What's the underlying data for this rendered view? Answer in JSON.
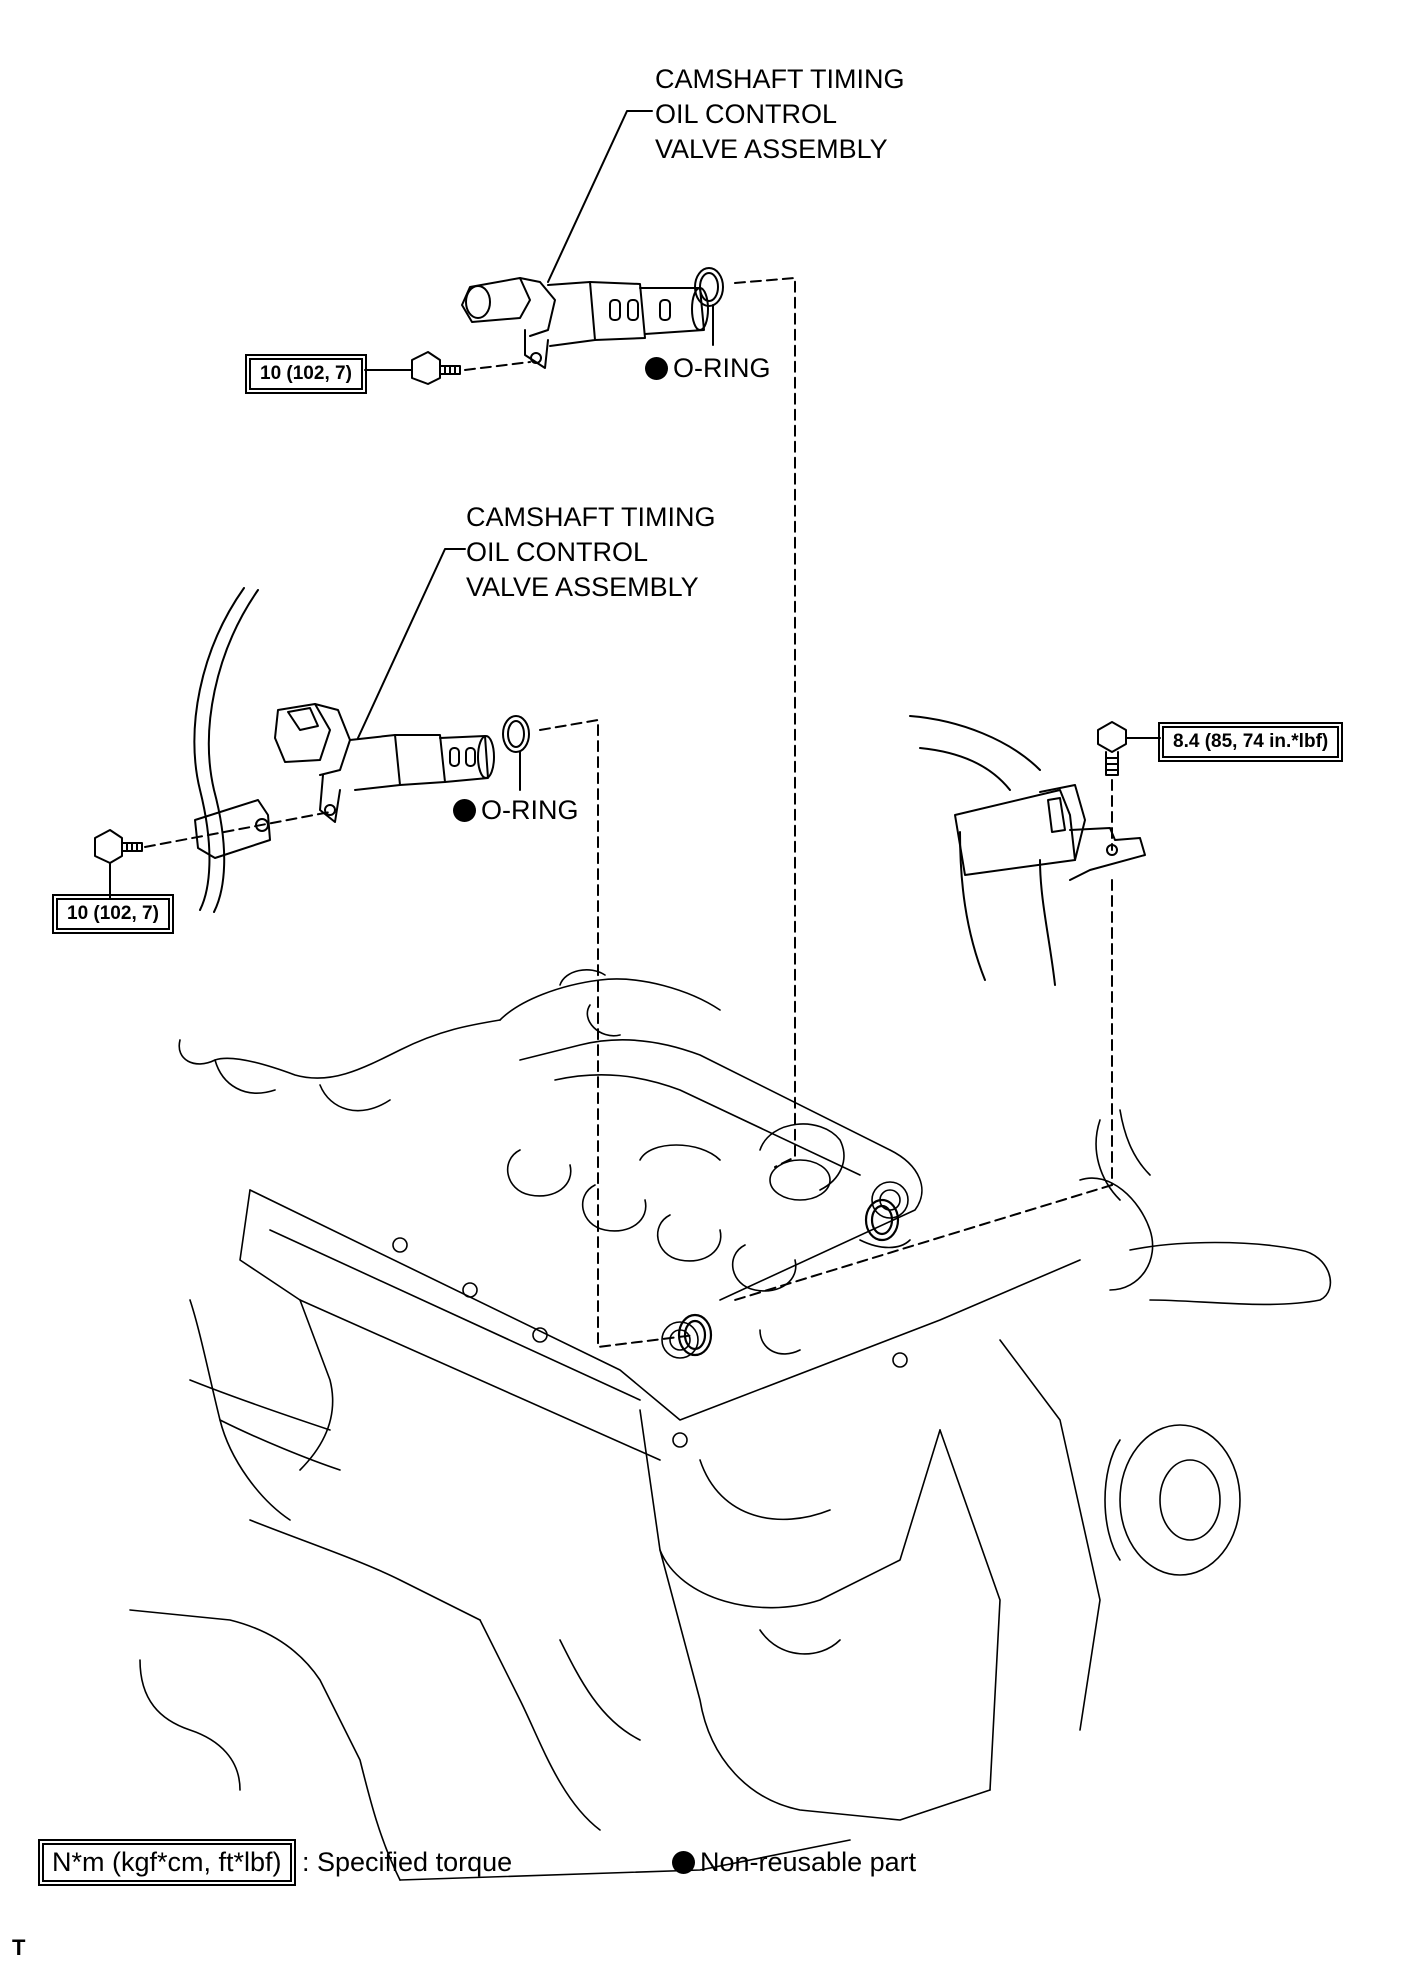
{
  "labels": {
    "valve_upper": [
      "CAMSHAFT TIMING",
      "OIL CONTROL",
      "VALVE ASSEMBLY"
    ],
    "valve_lower": [
      "CAMSHAFT TIMING",
      "OIL CONTROL",
      "VALVE ASSEMBLY"
    ],
    "oring_upper": "O-RING",
    "oring_lower": "O-RING"
  },
  "torque": {
    "bolt_upper": "10 (102, 7)",
    "bolt_lower": "10 (102, 7)",
    "bracket_bolt": "8.4 (85, 74 in.*lbf)"
  },
  "legend": {
    "torque_box": "N*m (kgf*cm, ft*lbf)",
    "torque_text": ": Specified torque",
    "nonreusable_text": "Non-reusable part"
  },
  "figure_ref": "T"
}
